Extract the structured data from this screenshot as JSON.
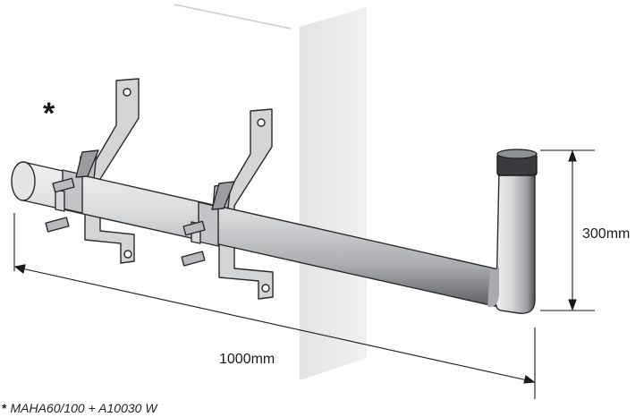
{
  "labels": {
    "asterisk": "*",
    "dimension_vertical": "300mm",
    "dimension_horizontal": "1000mm"
  },
  "footnote": {
    "marker": "*",
    "text": "MAHA60/100 + A10030 W"
  },
  "colors": {
    "wall": "#e9e9ea",
    "pipe_light": "#d9dadc",
    "pipe_mid": "#a9abae",
    "pipe_dark": "#4a4c50",
    "bracket": "#cfd0d2",
    "outline": "#2a2a2a"
  }
}
